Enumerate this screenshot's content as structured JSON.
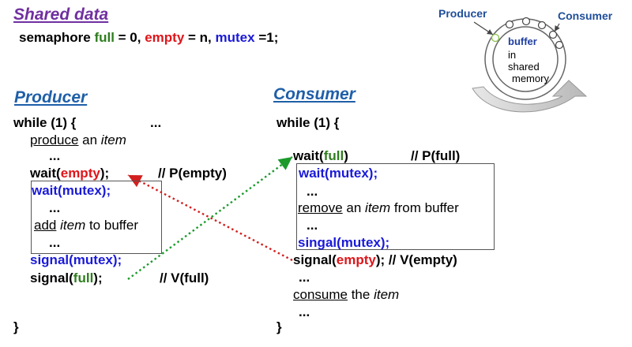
{
  "shared": {
    "title": "Shared data",
    "decl_prefix": "semaphore ",
    "full": "full",
    "full_init": " = 0, ",
    "empty": "empty",
    "empty_init": " = n, ",
    "mutex": "mutex",
    "mutex_init": " =1;"
  },
  "diagram": {
    "producer_label": "Producer",
    "consumer_label": "Consumer",
    "buffer_line1": "buffer",
    "buffer_line2": "in",
    "buffer_line3": "shared",
    "buffer_line4": "memory"
  },
  "producer": {
    "title": "Producer",
    "while": "while (1) {",
    "ellipsis_top": "...",
    "produce_kw": "produce",
    "an": " an ",
    "item": "item",
    "dots1": "...",
    "wait_kw": "wait(",
    "empty": "empty",
    "close": ");",
    "comment_p_empty": "// P(empty)",
    "wait_mutex": "wait(mutex);",
    "dots2": "...",
    "add_kw": "add",
    "item2": "item",
    "to_buffer": " to buffer",
    "dots3": "...",
    "signal_mutex": "signal(mutex);",
    "signal_kw": "signal(",
    "full": "full",
    "close2": ");",
    "comment_v_full": "// V(full)",
    "end": "}"
  },
  "consumer": {
    "title": "Consumer",
    "while": "while (1) {",
    "wait_kw": "wait(",
    "full": "full",
    "close": ")",
    "comment_p_full": "// P(full)",
    "wait_mutex": "wait(mutex);",
    "dots1": "...",
    "remove_kw": "remove",
    "an": " an ",
    "item": "item",
    "from_buffer": " from buffer",
    "dots2": "...",
    "singal_mutex": "singal(mutex);",
    "signal_kw": "signal(",
    "empty": "empty",
    "close2": "); // V(empty)",
    "dots3": "...",
    "consume_kw": "consume",
    "the": " the ",
    "item2": "item",
    "dots4": "...",
    "end": "}"
  },
  "colors": {
    "green": "#2e7d1e",
    "red": "#e0151a",
    "blue": "#1a1ad8"
  }
}
